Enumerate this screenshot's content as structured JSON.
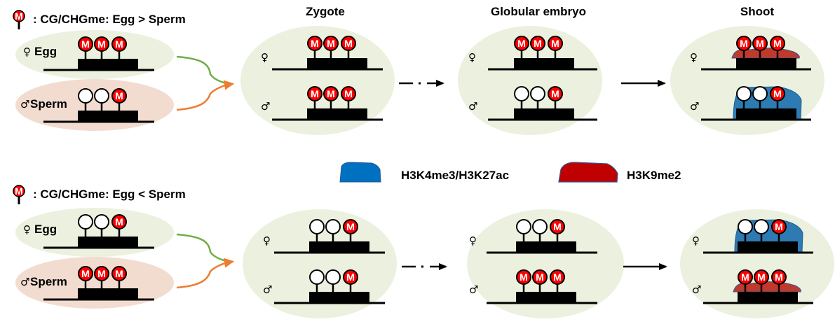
{
  "stage_titles": [
    "Zygote",
    "Globular embryo",
    "Shoot"
  ],
  "colors": {
    "egg_bg": "#ebf1de",
    "sperm_bg": "#f2dcd0",
    "stage_bg": "#ebf1de",
    "methyl_red": "#ff0000",
    "active_mark": "#2e7bb4",
    "active_mark_legend": "#0070c0",
    "repressive_mark": "#c0392b",
    "repressive_mark_legend": "#c00000",
    "egg_arrow": "#70ad47",
    "sperm_arrow": "#ed7d31"
  },
  "legend": {
    "active_label": "H3K4me3/H3K27ac",
    "repressive_label": "H3K9me2",
    "methyl_glyph": "M"
  },
  "panels": [
    {
      "key_label": ": CG/CHGme: Egg > Sperm",
      "egg_label": "Egg",
      "sperm_label": "Sperm",
      "female_symbol": "♀",
      "male_symbol": "♂",
      "gamete_egg_methylation": [
        true,
        true,
        true
      ],
      "gamete_sperm_methylation": [
        false,
        false,
        true
      ],
      "stages": [
        {
          "name": "Zygote",
          "female_methylation": [
            true,
            true,
            true
          ],
          "male_methylation": [
            true,
            true,
            true
          ],
          "female_mark": "none",
          "male_mark": "none"
        },
        {
          "name": "Globular embryo",
          "female_methylation": [
            true,
            true,
            true
          ],
          "male_methylation": [
            false,
            false,
            true
          ],
          "female_mark": "none",
          "male_mark": "none"
        },
        {
          "name": "Shoot",
          "female_methylation": [
            true,
            true,
            true
          ],
          "male_methylation": [
            false,
            false,
            true
          ],
          "female_mark": "H3K9me2",
          "male_mark": "H3K4me3/H3K27ac"
        }
      ]
    },
    {
      "key_label": ": CG/CHGme: Egg < Sperm",
      "egg_label": "Egg",
      "sperm_label": "Sperm",
      "female_symbol": "♀",
      "male_symbol": "♂",
      "gamete_egg_methylation": [
        false,
        false,
        true
      ],
      "gamete_sperm_methylation": [
        true,
        true,
        true
      ],
      "stages": [
        {
          "name": "Zygote",
          "female_methylation": [
            false,
            false,
            true
          ],
          "male_methylation": [
            false,
            false,
            true
          ],
          "female_mark": "none",
          "male_mark": "none"
        },
        {
          "name": "Globular embryo",
          "female_methylation": [
            false,
            false,
            true
          ],
          "male_methylation": [
            true,
            true,
            true
          ],
          "female_mark": "none",
          "male_mark": "none"
        },
        {
          "name": "Shoot",
          "female_methylation": [
            false,
            false,
            true
          ],
          "male_methylation": [
            true,
            true,
            true
          ],
          "female_mark": "H3K4me3/H3K27ac",
          "male_mark": "H3K9me2"
        }
      ]
    }
  ]
}
